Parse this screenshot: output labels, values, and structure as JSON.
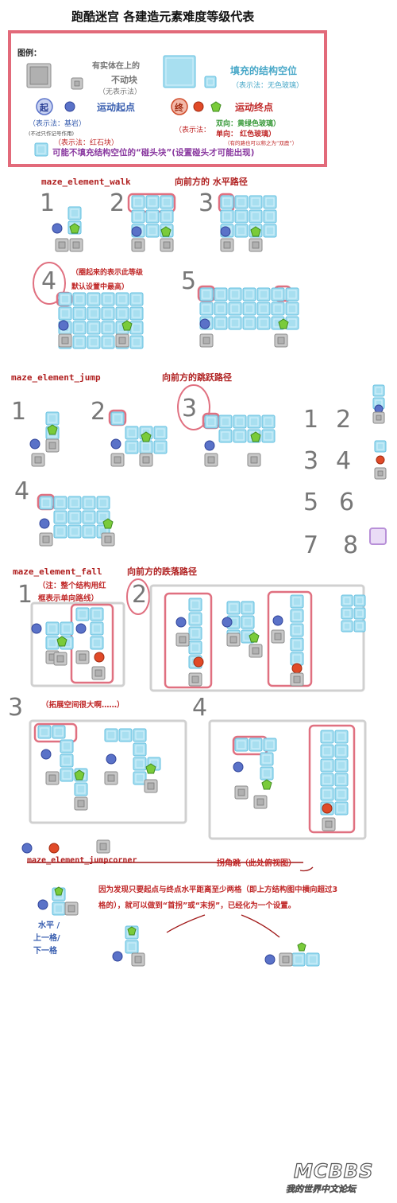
{
  "title": "跑酷迷宫 各建造元素难度等级代表",
  "legend": {
    "label": "图例：",
    "solid_line1": "有实体在上的",
    "solid_line2": "不动块",
    "solid_line3": "（无表示法）",
    "fill_line1": "填充的结构空位",
    "fill_line2": "（表示法：无色玻璃）",
    "start_glyph": "起",
    "start_label": "运动起点",
    "start_note": "（表示法：基岩）",
    "start_note_small": "(不过只作记号作用)",
    "end_glyph": "终",
    "end_label": "运动终点",
    "end_note_prefix": "（表示法：",
    "end_bi": "双向：黄绿色玻璃）",
    "end_uni": "单向：    红色玻璃）",
    "end_note_small": "（有的路也可以称之为“双鹿”）",
    "red_note": "（表示法：红石块）",
    "bump_label": "可能不填充结构空位的“碰头块”(设置碰头才可能出现)"
  },
  "walk": {
    "heading": "maze_element_walk",
    "desc": "向前方的 水平路径",
    "note1": "（圈起来的表示此等级",
    "note2": "默认设置中最高）",
    "numbers": [
      "1",
      "2",
      "3",
      "4",
      "5"
    ]
  },
  "jump": {
    "heading": "maze_element_jump",
    "desc": "向前方的跳跃路径",
    "numbers": [
      "1",
      "2",
      "3",
      "4"
    ],
    "grid_numbers": [
      "1",
      "2",
      "3",
      "4",
      "5",
      "6",
      "7",
      "8"
    ]
  },
  "fall": {
    "heading": "maze_element_fall",
    "desc": "向前方的跌落路径",
    "note1": "（注：整个结构用红",
    "note2": "框表示单向路线）",
    "numbers": [
      "1",
      "2",
      "3",
      "4"
    ],
    "expand_note": "（拓展空间很大啊……）"
  },
  "jumpcorner": {
    "heading": "maze_element_jumpcorner",
    "label": "拐角跳（此处俯视图）",
    "explain1": "因为发现只要起点与终点水平距离至少两格（即上方结构图中横向超过3",
    "explain2": "格的），就可以做到“首拐”或“末拐”，已经化为一个设置。",
    "side_label1": "水平 /",
    "side_label2": "上一格/",
    "side_label3": "下一格"
  },
  "watermark": {
    "text1": "MCBBS",
    "text2": "我的世界中文论坛"
  },
  "colors": {
    "glass": "#a8dff0",
    "glass_dark": "#62bfe0",
    "stone": "#9a9a9a",
    "bedrock": "#5a72c8",
    "end_green": "#7acb3a",
    "end_red": "#e04a28",
    "frame_red": "#e07080",
    "frame_gray": "#d0d0d0",
    "purple": "#b890d8"
  }
}
